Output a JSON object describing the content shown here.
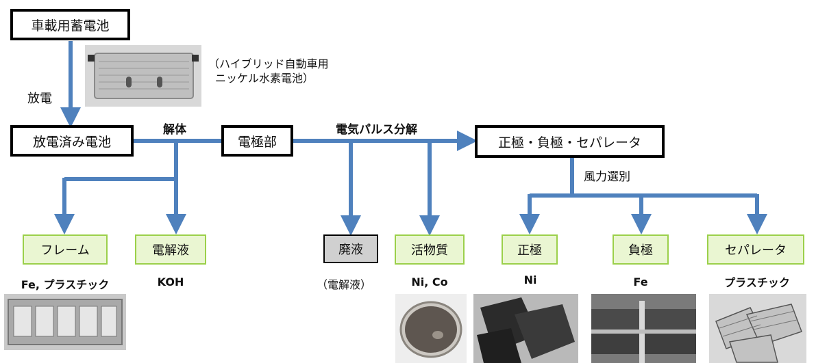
{
  "boxes": {
    "car_battery": "車載用蓄電池",
    "discharged_battery": "放電済み電池",
    "electrode_part": "電極部",
    "electrodes_separator": "正極・負極・セパレータ"
  },
  "labels": {
    "battery_note_line1": "（ハイブリッド自動車用",
    "battery_note_line2": "ニッケル水素電池）",
    "discharge": "放電",
    "disassembly": "解体",
    "pulse_decomposition": "電気パルス分解",
    "wind_sorting": "風力選別",
    "waste_note": "（電解液）"
  },
  "products": {
    "frame": "フレーム",
    "electrolyte": "電解液",
    "waste_liquid": "廃液",
    "active_material": "活物質",
    "positive": "正極",
    "negative": "負極",
    "separator": "セパレータ"
  },
  "materials": {
    "frame": "Fe, プラスチック",
    "electrolyte": "KOH",
    "active_material": "Ni, Co",
    "positive": "Ni",
    "negative": "Fe",
    "separator": "プラスチック"
  },
  "colors": {
    "arrow": "#4f81bd",
    "green_fill": "#eaf6d2",
    "green_border": "#9bd04a",
    "gray_fill": "#d0d0d0"
  }
}
